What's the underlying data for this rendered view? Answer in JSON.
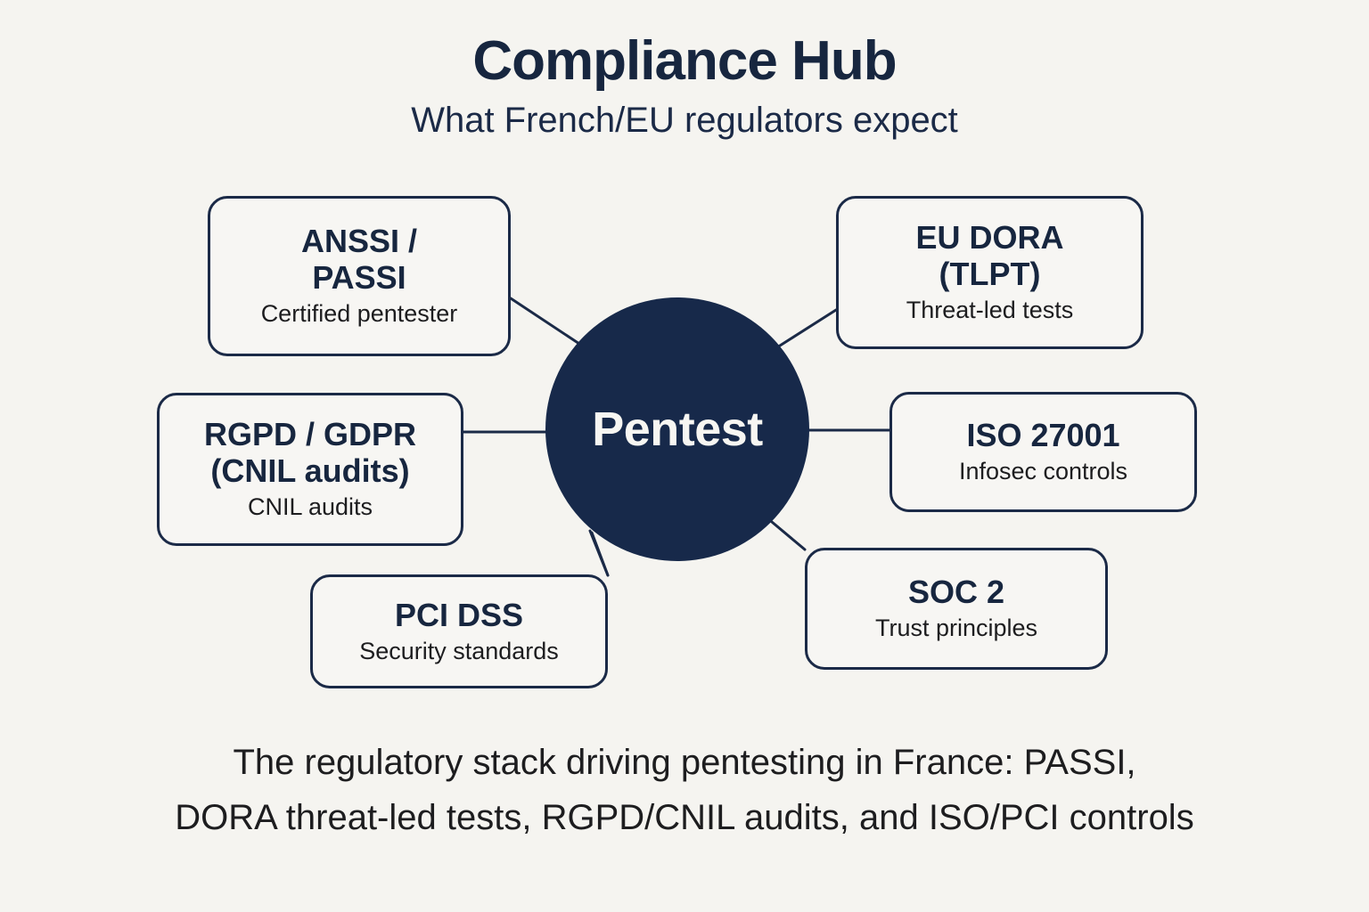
{
  "header": {
    "title": "Compliance Hub",
    "subtitle": "What French/EU regulators expect"
  },
  "hub": {
    "label": "Pentest"
  },
  "colors": {
    "background": "#f5f4f0",
    "node_fill": "#f7f6f3",
    "ink": "#17263f",
    "hub_fill": "#17294a",
    "hub_text": "#f7f6f2",
    "edge": "#1b2a47"
  },
  "nodes": [
    {
      "id": "anssi",
      "title": "ANSSI /\nPASSI",
      "subtitle": "Certified pentester"
    },
    {
      "id": "rgpd",
      "title": "RGPD / GDPR\n(CNIL audits)",
      "subtitle": "CNIL audits"
    },
    {
      "id": "pci",
      "title": "PCI DSS",
      "subtitle": "Security standards"
    },
    {
      "id": "dora",
      "title": "EU DORA\n(TLPT)",
      "subtitle": "Threat-led tests"
    },
    {
      "id": "iso",
      "title": "ISO 27001",
      "subtitle": "Infosec controls"
    },
    {
      "id": "soc",
      "title": "SOC 2",
      "subtitle": "Trust principles"
    }
  ],
  "caption": {
    "line1": "The regulatory stack driving pentesting in France: PASSI,",
    "line2": "DORA threat-led tests, RGPD/CNIL audits, and ISO/PCI controls"
  }
}
